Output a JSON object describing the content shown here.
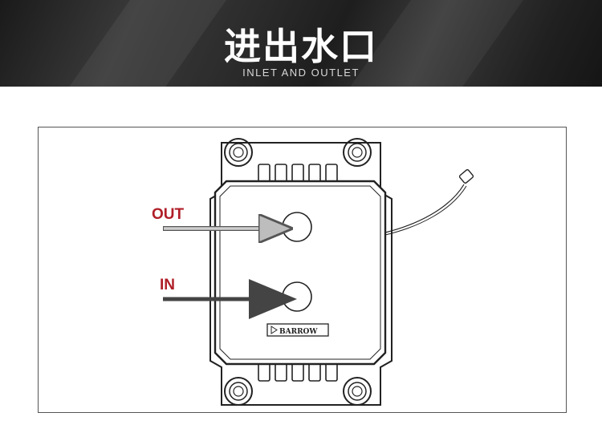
{
  "header": {
    "title_cn": "进出水口",
    "title_en": "INLET AND OUTLET"
  },
  "labels": {
    "out": "OUT",
    "in": "IN"
  },
  "brand": {
    "name": "BARROW"
  },
  "colors": {
    "label": "#b01e28",
    "out_arrow": "#c8c8c8",
    "in_arrow": "#444444",
    "outline": "#222222"
  }
}
